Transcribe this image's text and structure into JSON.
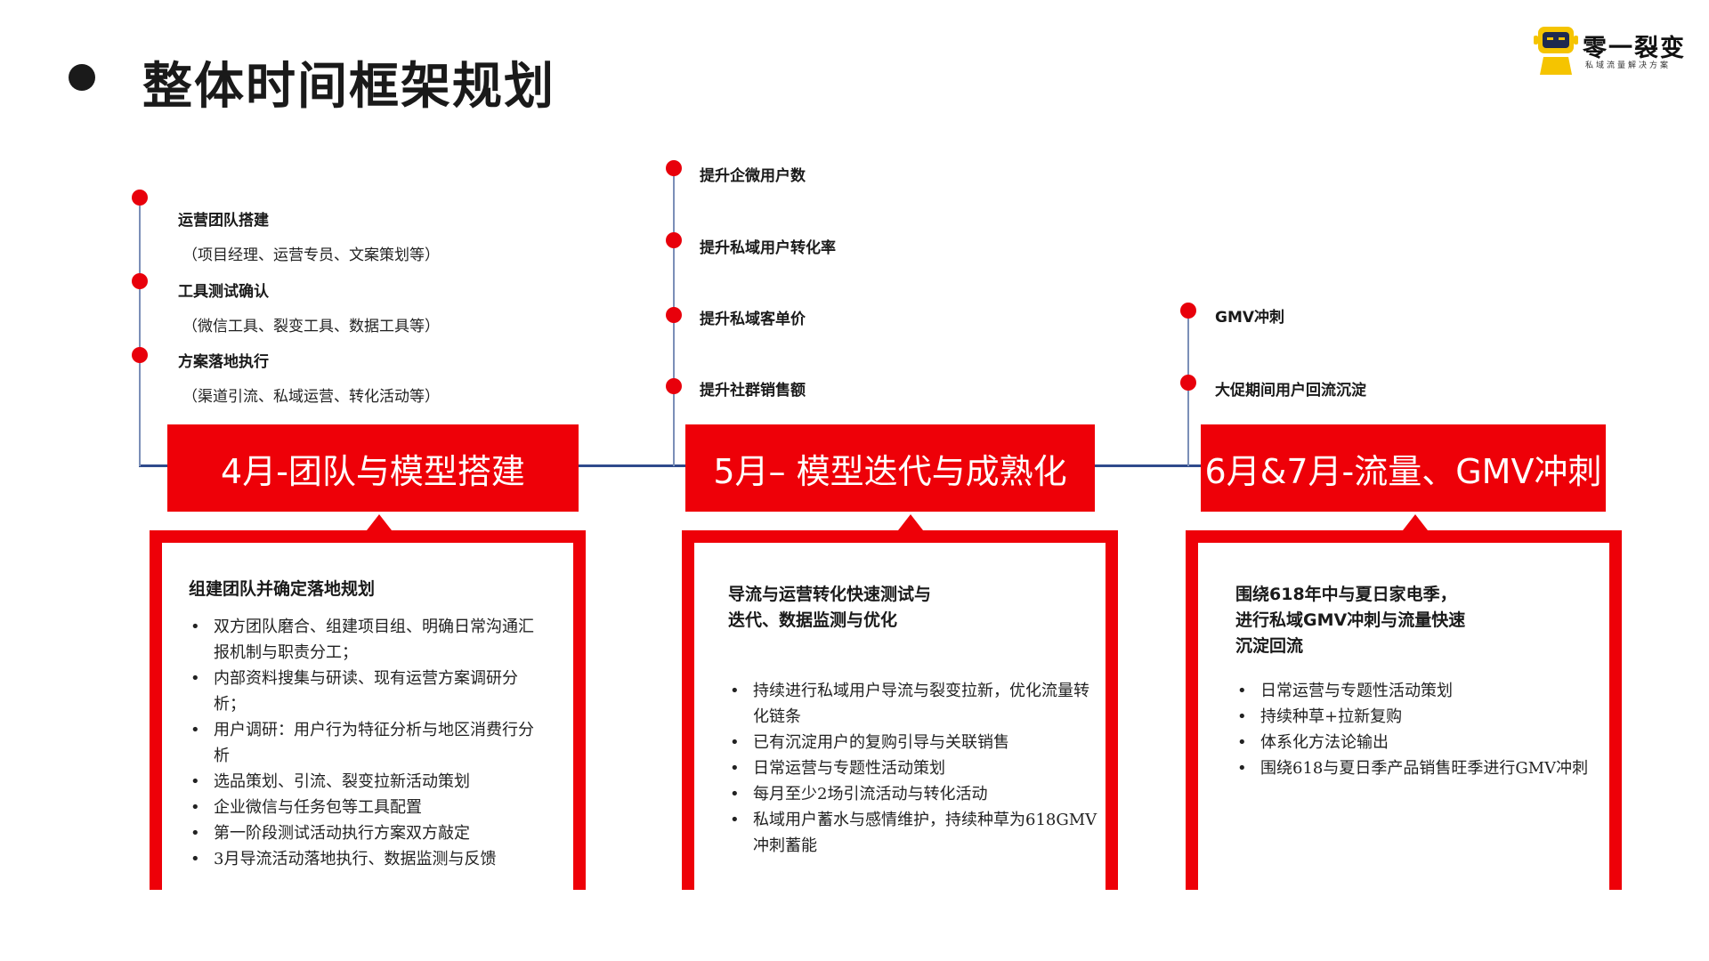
{
  "page": {
    "title": "整体时间框架规划"
  },
  "logo": {
    "name": "零一裂变",
    "tagline": "私域流量解决方案"
  },
  "colors": {
    "accent": "#ee0008",
    "line": "#2f4a8c",
    "text": "#1a1a1a"
  },
  "phases": [
    {
      "banner": "4月-团队与模型搭建",
      "milestones": [
        {
          "label": "运营团队搭建",
          "note": "（项目经理、运营专员、文案策划等）"
        },
        {
          "label": "工具测试确认",
          "note": "（微信工具、裂变工具、数据工具等）"
        },
        {
          "label": "方案落地执行",
          "note": "（渠道引流、私域运营、转化活动等）"
        }
      ],
      "heading": "组建团队并确定落地规划",
      "items": [
        "双方团队磨合、组建项目组、明确日常沟通汇报机制与职责分工；",
        "内部资料搜集与研读、现有运营方案调研分析；",
        "用户调研：用户行为特征分析与地区消费行分析",
        "选品策划、引流、裂变拉新活动策划",
        "企业微信与任务包等工具配置",
        "第一阶段测试活动执行方案双方敲定",
        "3月导流活动落地执行、数据监测与反馈"
      ]
    },
    {
      "banner": "5月– 模型迭代与成熟化",
      "milestones": [
        {
          "label": "提升企微用户数"
        },
        {
          "label": "提升私域用户转化率"
        },
        {
          "label": "提升私域客单价"
        },
        {
          "label": "提升社群销售额"
        }
      ],
      "heading": "导流与运营转化快速测试与迭代、数据监测与优化",
      "items": [
        "持续进行私域用户导流与裂变拉新，优化流量转化链条",
        "已有沉淀用户的复购引导与关联销售",
        "日常运营与专题性活动策划",
        "每月至少2场引流活动与转化活动",
        "私域用户蓄水与感情维护，持续种草为618GMV冲刺蓄能"
      ]
    },
    {
      "banner": "6月&7月-流量、GMV冲刺",
      "milestones": [
        {
          "label": "GMV冲刺"
        },
        {
          "label": "大促期间用户回流沉淀"
        }
      ],
      "heading": "围绕618年中与夏日家电季，进行私域GMV冲刺与流量快速沉淀回流",
      "items": [
        "日常运营与专题性活动策划",
        "持续种草+拉新复购",
        "体系化方法论输出",
        "围绕618与夏日季产品销售旺季进行GMV冲刺"
      ]
    }
  ]
}
